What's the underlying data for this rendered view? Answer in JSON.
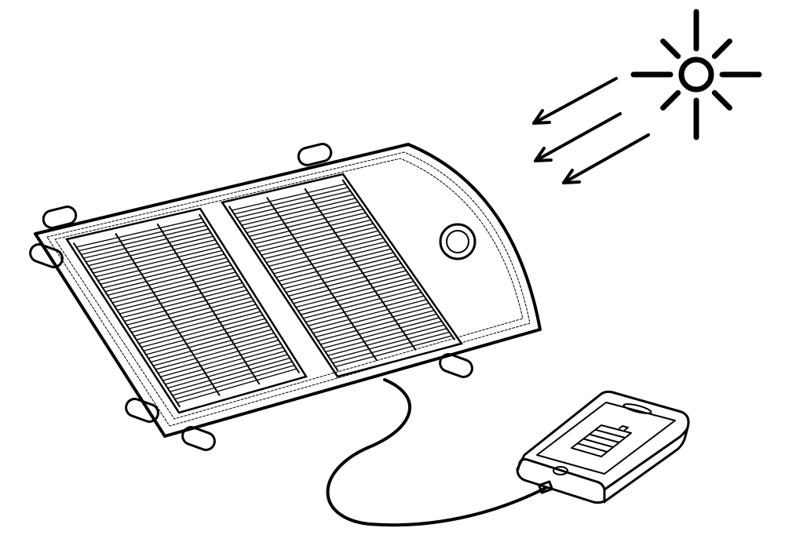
{
  "illustration": {
    "subject": "solar-panel-charging-phone",
    "colors": {
      "line": "#000000",
      "background": "#ffffff"
    },
    "sun_rays": 8,
    "light_arrows": 3,
    "panel_cells": 2,
    "phone": {
      "battery_segments": 5
    }
  }
}
